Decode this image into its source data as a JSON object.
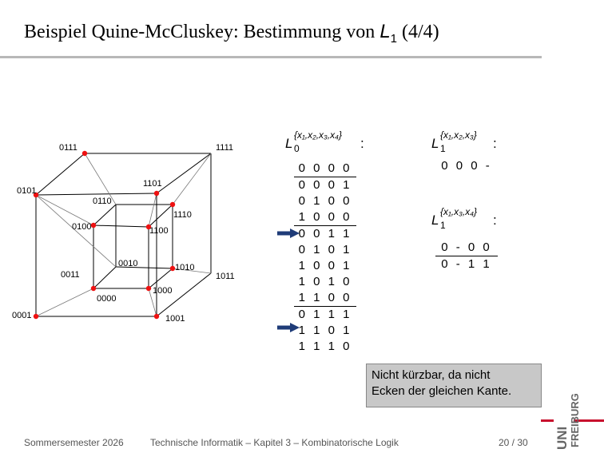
{
  "title": {
    "text": "Beispiel Quine-McCluskey: Bestimmung von ",
    "math_var": "L",
    "math_sub": "1",
    "suffix": " (4/4)"
  },
  "cube_labels": {
    "n0111": "0111",
    "n1111": "1111",
    "n1101": "1101",
    "n0101": "0101",
    "n0110": "0110",
    "n1110": "1110",
    "n0100": "0100",
    "n1100": "1100",
    "n0010": "0010",
    "n1010": "1010",
    "n0011": "0011",
    "n1011": "1011",
    "n1000": "1000",
    "n0000": "0000",
    "n0001": "0001",
    "n1001": "1001"
  },
  "colors": {
    "vertex": "#ee1111",
    "arrow": "#1f3c78",
    "note_bg": "#c8c8c8",
    "rule": "#b8b8b8"
  },
  "L0": {
    "var": "L",
    "sub": "0",
    "sup": "{x1,x2,x3,x4}",
    "sup_display": "{x₁,x₂,x₃,x₄}",
    "colon": ":",
    "rows": [
      "0 0 0 0",
      "0 0 0 1",
      "0 1 0 0",
      "1 0 0 0",
      "0 0 1 1",
      "0 1 0 1",
      "1 0 0 1",
      "1 0 1 0",
      "1 1 0 0",
      "0 1 1 1",
      "1 1 0 1",
      "1 1 1 0"
    ]
  },
  "L1a": {
    "var": "L",
    "sub": "1",
    "sup_display": "{x₁,x₂,x₃}",
    "colon": ":",
    "rows": [
      "0 0 0 -"
    ]
  },
  "L1b": {
    "var": "L",
    "sub": "1",
    "sup_display": "{x₁,x₃,x₄}",
    "colon": ":",
    "rows": [
      "0 - 0 0",
      "0 - 1 1"
    ]
  },
  "arrows": {
    "icon": "right-arrow-icon",
    "marked_rows": [
      "0 0 1 1",
      "1 1 0 1"
    ]
  },
  "note": {
    "line1": "Nicht kürzbar, da nicht",
    "line2": "Ecken der gleichen Kante."
  },
  "footer": {
    "semester": "Sommersemester 2026",
    "course": "Technische Informatik – Kapitel 3 – Kombinatorische Logik",
    "page": "20 / 30"
  },
  "logo": {
    "line1": "UNI",
    "line2": "FREIBURG"
  }
}
